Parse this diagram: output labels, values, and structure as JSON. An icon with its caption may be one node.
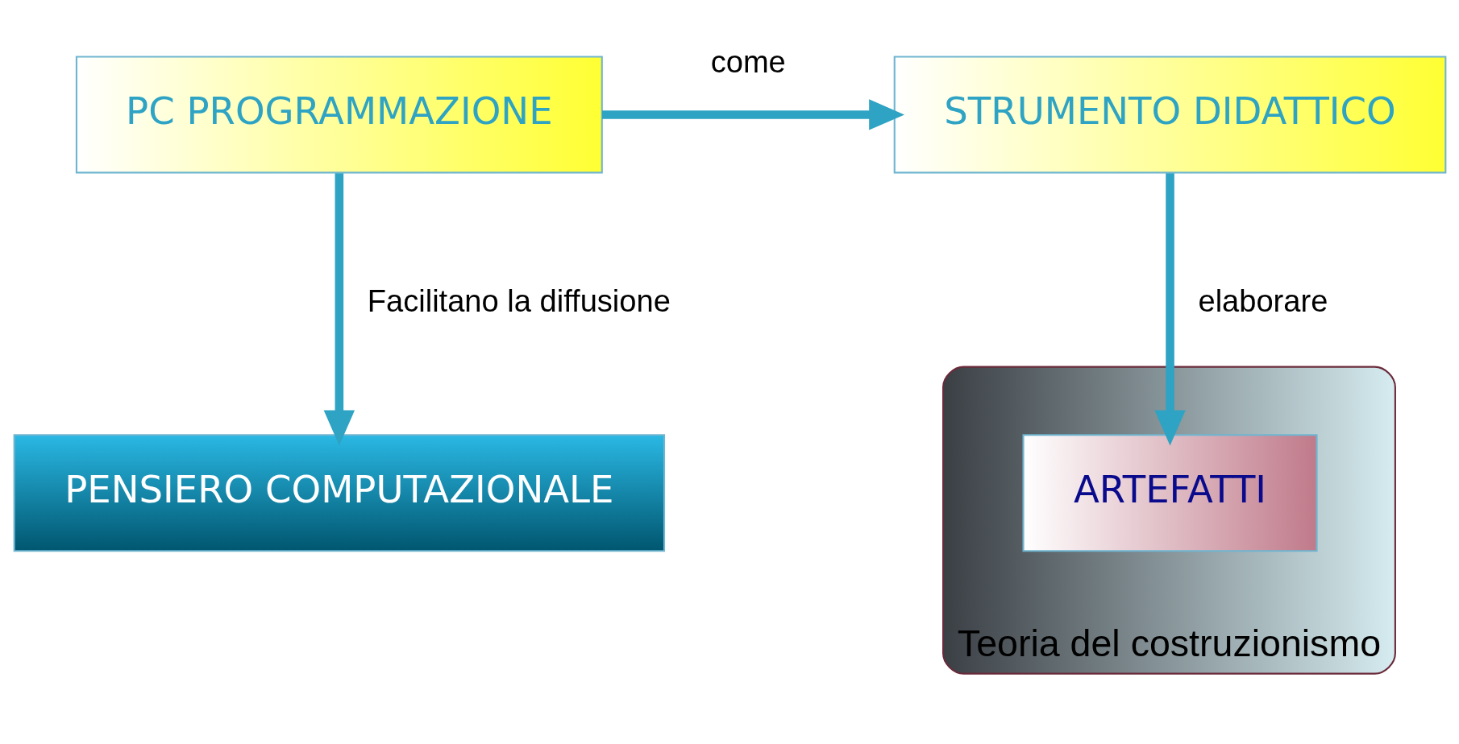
{
  "diagram": {
    "nodes": [
      {
        "text": [
          "PC PROGRAMMAZIONE"
        ]
      },
      {
        "text": [
          "STRUMENTO DIDATTICO"
        ]
      },
      {
        "text": [
          "PENSIERO COMPUTAZIONALE"
        ]
      },
      {
        "text": [
          "Teoria del costruzionismo"
        ]
      },
      {
        "text": [
          "ARTEFATTI"
        ],
        "in": 3
      }
    ],
    "edges": [
      {
        "from": 0,
        "to": 1,
        "arrow": "to",
        "label": "come"
      },
      {
        "from": 0,
        "to": 2,
        "arrow": "to",
        "label": "Facilitano la diffusione"
      },
      {
        "from": 1,
        "to": 4,
        "arrow": "to",
        "label": "elaborare"
      }
    ]
  }
}
